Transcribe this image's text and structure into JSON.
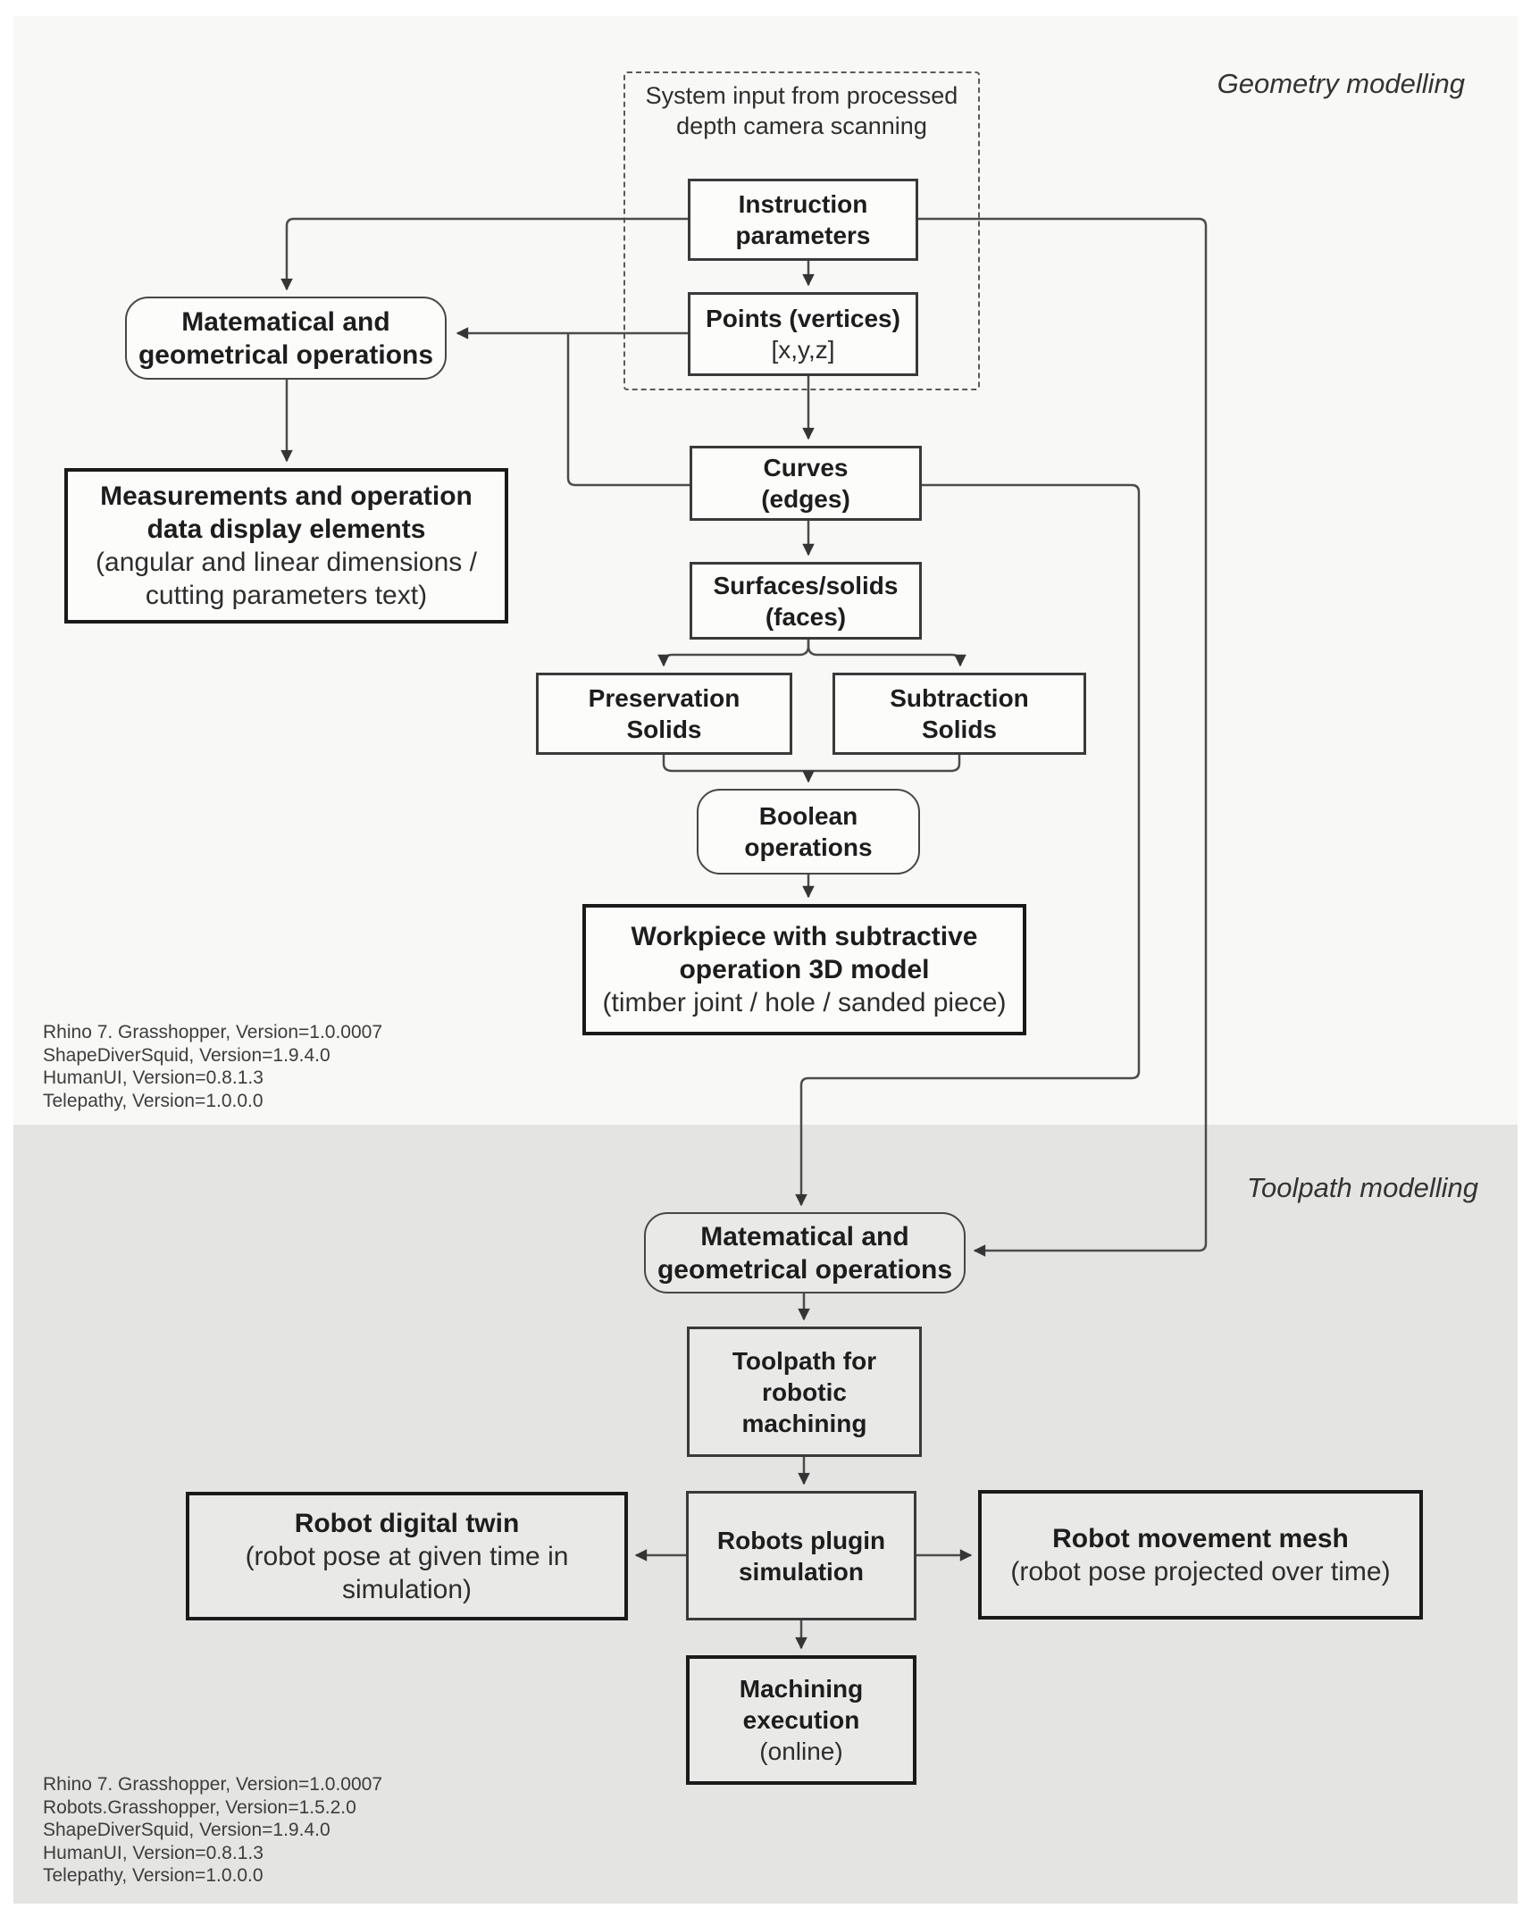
{
  "sections": {
    "geometry": {
      "label": "Geometry modelling"
    },
    "toolpath": {
      "label": "Toolpath modelling"
    }
  },
  "dashed_group": {
    "lines": [
      "System input from processed",
      "depth camera scanning"
    ]
  },
  "nodes": {
    "instruction_parameters": {
      "lines": [
        "Instruction",
        "parameters"
      ]
    },
    "points": {
      "lines": [
        "Points (vertices)",
        "[x,y,z]"
      ]
    },
    "math_geo_top": {
      "lines": [
        "Matematical and",
        "geometrical operations"
      ]
    },
    "measurements": {
      "lines": [
        "Measurements and operation",
        "data display elements",
        "(angular and linear dimensions /",
        "cutting parameters text)"
      ]
    },
    "curves": {
      "lines": [
        "Curves",
        "(edges)"
      ]
    },
    "surfaces": {
      "lines": [
        "Surfaces/solids",
        "(faces)"
      ]
    },
    "preservation": {
      "lines": [
        "Preservation",
        "Solids"
      ]
    },
    "subtraction": {
      "lines": [
        "Subtraction",
        "Solids"
      ]
    },
    "boolean": {
      "lines": [
        "Boolean",
        "operations"
      ]
    },
    "workpiece": {
      "lines": [
        "Workpiece with subtractive",
        "operation 3D model",
        "(timber joint / hole / sanded piece)"
      ]
    },
    "math_geo_bottom": {
      "lines": [
        "Matematical and",
        "geometrical operations"
      ]
    },
    "toolpath_machining": {
      "lines": [
        "Toolpath for",
        "robotic",
        "machining"
      ]
    },
    "robots_plugin": {
      "lines": [
        "Robots plugin",
        "simulation"
      ]
    },
    "robot_digital_twin": {
      "lines": [
        "Robot digital twin",
        "(robot pose at given time in",
        "simulation)"
      ]
    },
    "robot_movement_mesh": {
      "lines": [
        "Robot movement mesh",
        "(robot pose projected over time)"
      ]
    },
    "machining_execution": {
      "lines": [
        "Machining",
        "execution",
        "(online)"
      ]
    }
  },
  "footnotes": {
    "geometry": [
      "Rhino 7. Grasshopper, Version=1.0.0007",
      "ShapeDiverSquid, Version=1.9.4.0",
      "HumanUI, Version=0.8.1.3",
      "Telepathy, Version=1.0.0.0"
    ],
    "toolpath": [
      "Rhino 7. Grasshopper, Version=1.0.0007",
      "Robots.Grasshopper, Version=1.5.2.0",
      "ShapeDiverSquid, Version=1.9.4.0",
      "HumanUI, Version=0.8.1.3",
      "Telepathy, Version=1.0.0.0"
    ]
  },
  "edges": [
    "instruction_parameters -> points",
    "instruction_parameters -> math_geo_top",
    "instruction_parameters -> math_geo_bottom",
    "points -> math_geo_top",
    "points -> curves",
    "curves -> math_geo_top",
    "curves -> surfaces",
    "curves -> math_geo_bottom",
    "math_geo_top -> measurements",
    "surfaces -> preservation",
    "surfaces -> subtraction",
    "preservation -> boolean",
    "subtraction -> boolean",
    "boolean -> workpiece",
    "math_geo_bottom -> toolpath_machining",
    "toolpath_machining -> robots_plugin",
    "robots_plugin -> robot_digital_twin",
    "robots_plugin -> robot_movement_mesh",
    "robots_plugin -> machining_execution"
  ],
  "colors": {
    "geometry_section_bg": "#f8f8f7",
    "toolpath_section_bg": "#e4e4e3",
    "box_border": "#3a3a3a",
    "heavy_box_border": "#1a1a1a",
    "connector": "#4c4c4c",
    "text": "#1d1d1d"
  }
}
